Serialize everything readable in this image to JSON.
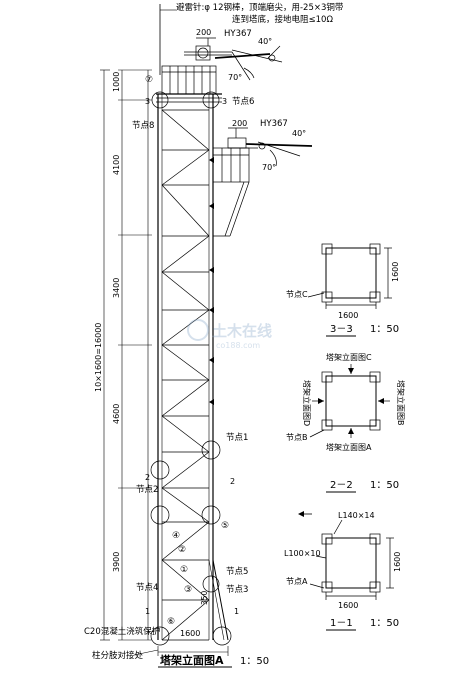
{
  "title": "塔架立面图A",
  "scale": "1：50",
  "top_notes": {
    "line1": "避雷针:φ   12钢棒，顶端磨尖，用-25×3铜带",
    "line2": "连到塔底，接地电阻≤10Ω"
  },
  "antenna_labels": {
    "upper_model": "HY367",
    "upper_dim": "200",
    "upper_angle_a": "70°",
    "upper_angle_b": "40°",
    "lower_model": "HY367",
    "lower_dim": "200",
    "lower_angle_a": "70°",
    "lower_angle_b": "40°"
  },
  "elevation_dims": {
    "seg1": "1000",
    "seg2": "4100",
    "seg3": "3400",
    "seg4": "4600",
    "seg5": "3900",
    "total": "10×1600=16000",
    "base_width": "1600",
    "base_small": "350"
  },
  "node_labels": {
    "node1": "节点1",
    "node2": "节点2",
    "node3": "节点3",
    "node4": "节点4",
    "node5": "节点5",
    "node6": "节点6",
    "node8": "节点8"
  },
  "circle_marks": {
    "c1": "①",
    "c2": "②",
    "c3": "③",
    "c4": "④",
    "c5": "⑤",
    "c6": "⑥",
    "c7": "⑦"
  },
  "section_tags": {
    "s2a": "2",
    "s2b": "2",
    "s3a": "3",
    "s3b": "3",
    "s1a": "1",
    "s1b": "1"
  },
  "bottom_notes": {
    "concrete": "C20混凝土浇筑保护",
    "ground": "柱分肢对接处"
  },
  "sections": [
    {
      "id": "3-3",
      "caption": "3－3",
      "scale": "1：50",
      "dim_h": "1600",
      "dim_v": "1600",
      "node": "节点C"
    },
    {
      "id": "2-2",
      "caption": "2－2",
      "scale": "1：50",
      "top_label": "塔架立面图C",
      "bottom_label": "塔架立面图A",
      "left_label": "塔架立面图D",
      "right_label": "塔架立面图B",
      "node": "节点B"
    },
    {
      "id": "1-1",
      "caption": "1－1",
      "scale": "1：50",
      "angle_top": "L140×14",
      "angle_left": "L100×10",
      "dim_h": "1600",
      "dim_v": "1600",
      "node": "节点A"
    }
  ],
  "watermark": {
    "main": "土木在线",
    "sub": "co188.com"
  }
}
